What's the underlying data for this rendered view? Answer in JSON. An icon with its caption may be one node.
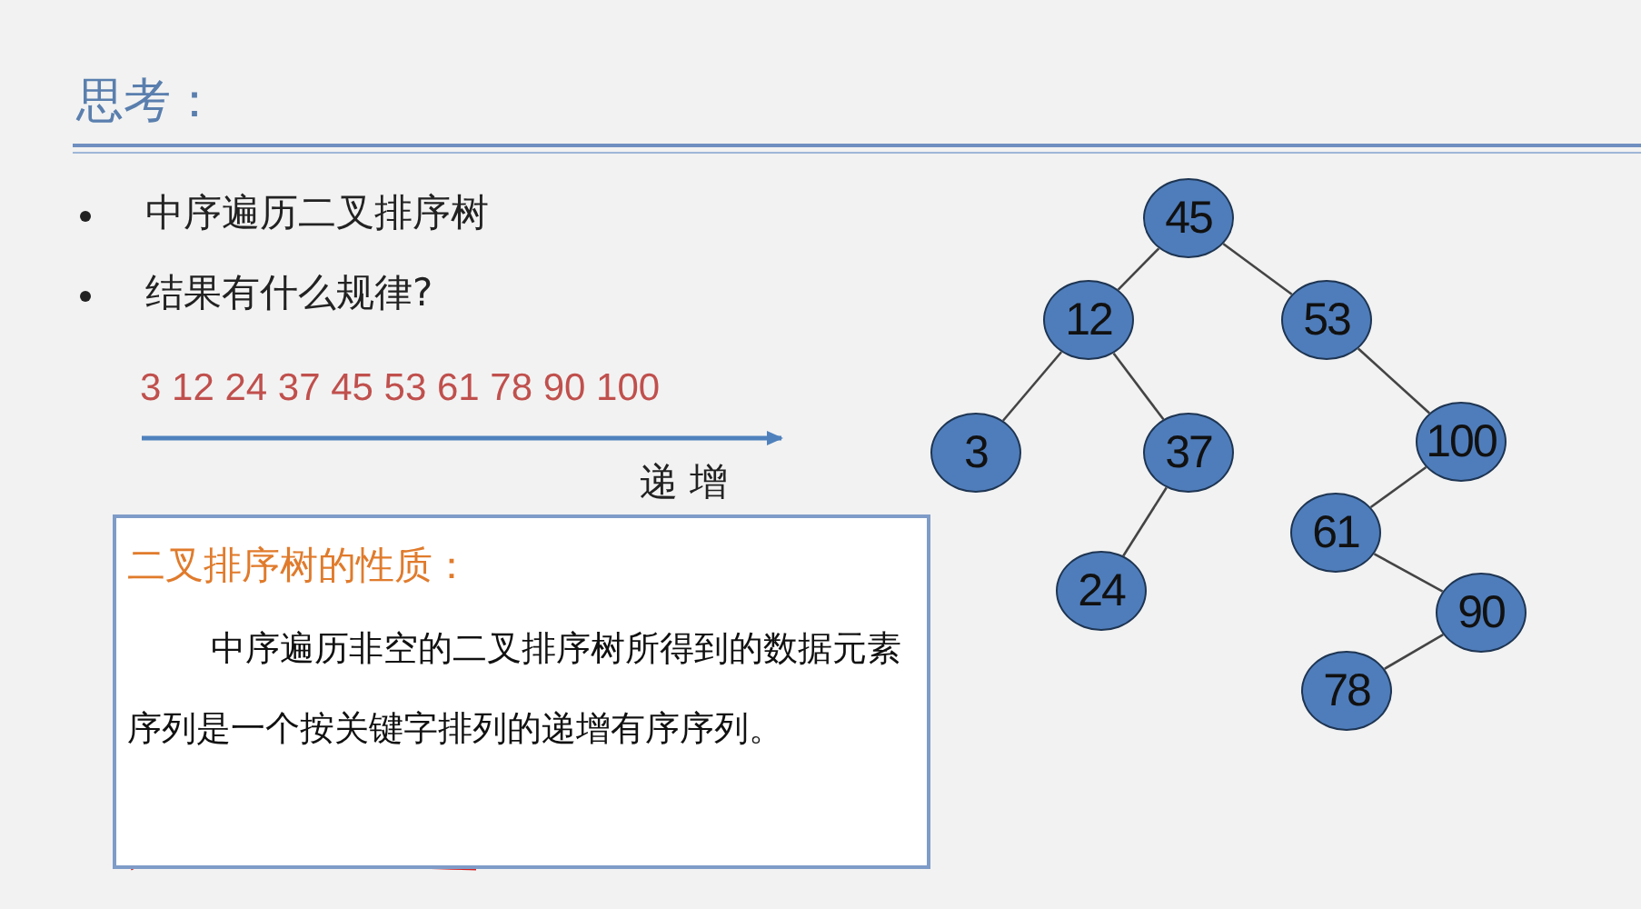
{
  "diagram": {
    "title": "思考：",
    "nodes": [
      {
        "text": [
          "二叉排序树的性质：",
          "中序遍历非空的二叉排序树所得到的数据元素序列是一个按关键字排列的递增有序序列。"
        ]
      },
      {
        "text": [
          "45"
        ]
      },
      {
        "text": [
          "12"
        ]
      },
      {
        "text": [
          "53"
        ]
      },
      {
        "text": [
          "3"
        ]
      },
      {
        "text": [
          "37"
        ]
      },
      {
        "text": [
          "100"
        ]
      },
      {
        "text": [
          "61"
        ]
      },
      {
        "text": [
          "24"
        ]
      },
      {
        "text": [
          "90"
        ]
      },
      {
        "text": [
          "78"
        ]
      }
    ],
    "edges": [
      {
        "from": 1,
        "to": 2,
        "arrow": "none"
      },
      {
        "from": 1,
        "to": 3,
        "arrow": "none"
      },
      {
        "from": 2,
        "to": 4,
        "arrow": "none"
      },
      {
        "from": 2,
        "to": 5,
        "arrow": "none"
      },
      {
        "from": 5,
        "to": 8,
        "arrow": "none"
      },
      {
        "from": 3,
        "to": 6,
        "arrow": "none"
      },
      {
        "from": 6,
        "to": 7,
        "arrow": "none"
      },
      {
        "from": 7,
        "to": 9,
        "arrow": "none"
      },
      {
        "from": 9,
        "to": 10,
        "arrow": "none"
      }
    ],
    "labels": [
      "中序遍历二叉排序树",
      "结果有什么规律?",
      "3 12 24 37 45 53 61 78 90 100",
      "递 增"
    ]
  }
}
